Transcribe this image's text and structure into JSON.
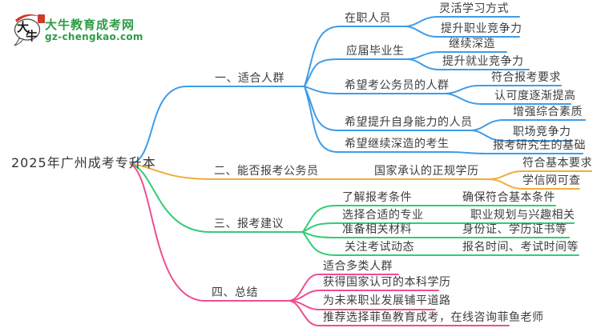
{
  "logo": {
    "site_name": "大牛教育成考网",
    "site_url": "gz-chengkao.com",
    "mark_char_1": "大",
    "mark_char_2": "牛",
    "brand_green": "#2d9c47",
    "seal_red": "#cf3a2b"
  },
  "colors": {
    "branch1": "#3f9ce8",
    "branch2": "#f0ac3e",
    "branch3": "#31cd74",
    "branch4": "#ee4e92",
    "text": "#3d3d3d"
  },
  "root": {
    "label": "2025年广州成考专升本"
  },
  "branches": [
    {
      "label": "一、适合人群",
      "children": [
        {
          "label": "在职人员",
          "leaves": [
            "灵活学习方式",
            "提升职业竞争力"
          ]
        },
        {
          "label": "应届毕业生",
          "leaves": [
            "继续深造",
            "提升就业竞争力"
          ]
        },
        {
          "label": "希望考公务员的人群",
          "leaves": [
            "符合报考要求",
            "认可度逐渐提高"
          ]
        },
        {
          "label": "希望提升自身能力的人员",
          "leaves": [
            "增强综合素质",
            "职场竞争力"
          ]
        },
        {
          "label": "希望继续深造的考生",
          "leaves": [
            "报考研究生的基础"
          ]
        }
      ]
    },
    {
      "label": "二、能否报考公务员",
      "children": [
        {
          "label": "国家承认的正规学历",
          "leaves": [
            "符合基本要求",
            "学信网可查"
          ]
        }
      ]
    },
    {
      "label": "三、报考建议",
      "children": [
        {
          "label": "了解报考条件",
          "leaves": [
            "确保符合基本条件"
          ]
        },
        {
          "label": "选择合适的专业",
          "leaves": [
            "职业规划与兴趣相关"
          ]
        },
        {
          "label": "准备相关材料",
          "leaves": [
            "身份证、学历证书等"
          ]
        },
        {
          "label": "关注考试动态",
          "leaves": [
            "报名时间、考试时间等"
          ]
        }
      ]
    },
    {
      "label": "四、总结",
      "leaves": [
        "适合多类人群",
        "获得国家认可的本科学历",
        "为未来职业发展铺平道路",
        "推荐选择菲鱼教育成考，在线咨询菲鱼老师"
      ]
    }
  ]
}
